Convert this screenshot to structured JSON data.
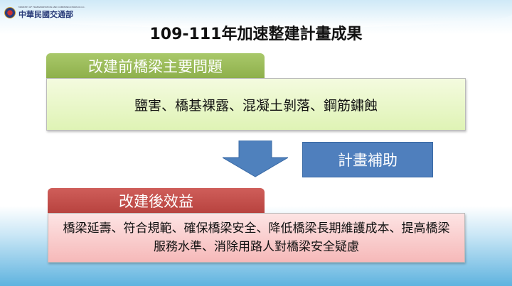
{
  "header": {
    "org_en": "MINISTRY OF TRANSPORTATION AND COMMUNICATIONS R.O.C.",
    "org_zh": "中華民國交通部"
  },
  "title": "109-111年加速整建計畫成果",
  "before": {
    "label": "改建前橋梁主要問題",
    "text": "鹽害、橋基裸露、混凝土剝落、鋼筋鏽蝕"
  },
  "subsidy": {
    "label": "計畫補助"
  },
  "after": {
    "label": "改建後效益",
    "text": "橋梁延壽、符合規範、確保橋梁安全、降低橋梁長期維護成本、提高橋梁服務水準、消除用路人對橋梁安全疑慮"
  },
  "colors": {
    "green": "#9bbb59",
    "red": "#c0504d",
    "blue": "#4f81bd"
  }
}
